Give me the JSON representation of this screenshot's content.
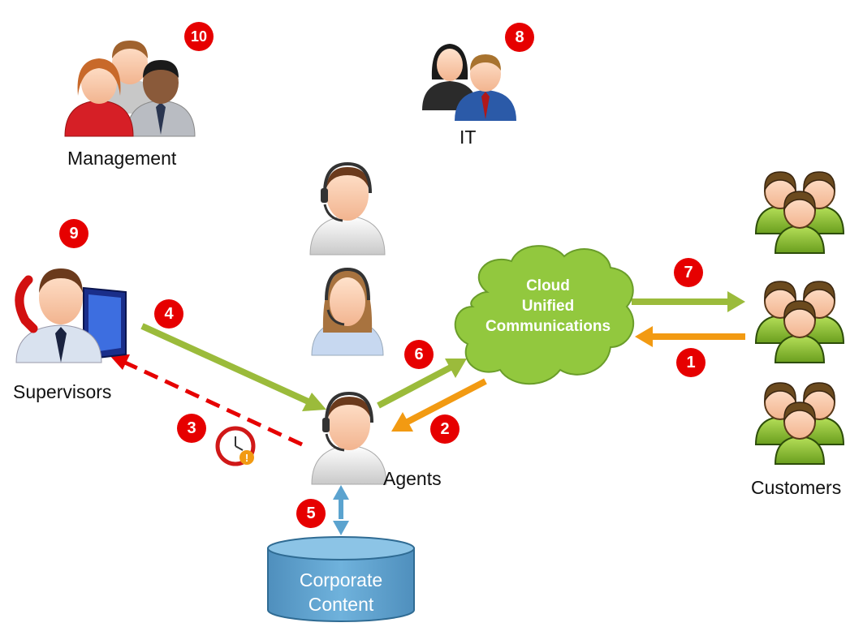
{
  "nodes": {
    "management": "Management",
    "it": "IT",
    "supervisors": "Supervisors",
    "agents": "Agents",
    "customers": "Customers",
    "cloud": [
      "Cloud",
      "Unified",
      "Communications"
    ],
    "database": [
      "Corporate",
      "Content"
    ]
  },
  "badges": [
    "1",
    "2",
    "3",
    "4",
    "5",
    "6",
    "7",
    "8",
    "9",
    "10"
  ],
  "colors": {
    "badge": "#e60000",
    "green_arrow": "#9bbb3b",
    "orange_arrow": "#f29a12",
    "red_dashed": "#e60000",
    "blue_arrow": "#5ba3cf",
    "cloud_fill": "#92c83e",
    "database_fill": "#5ea3cc"
  },
  "icons": [
    "management-group-icon",
    "it-pair-icon",
    "headset-agent-icon",
    "supervisor-phone-icon",
    "customer-group-icon",
    "cloud-icon",
    "database-icon",
    "alarm-clock-icon"
  ]
}
